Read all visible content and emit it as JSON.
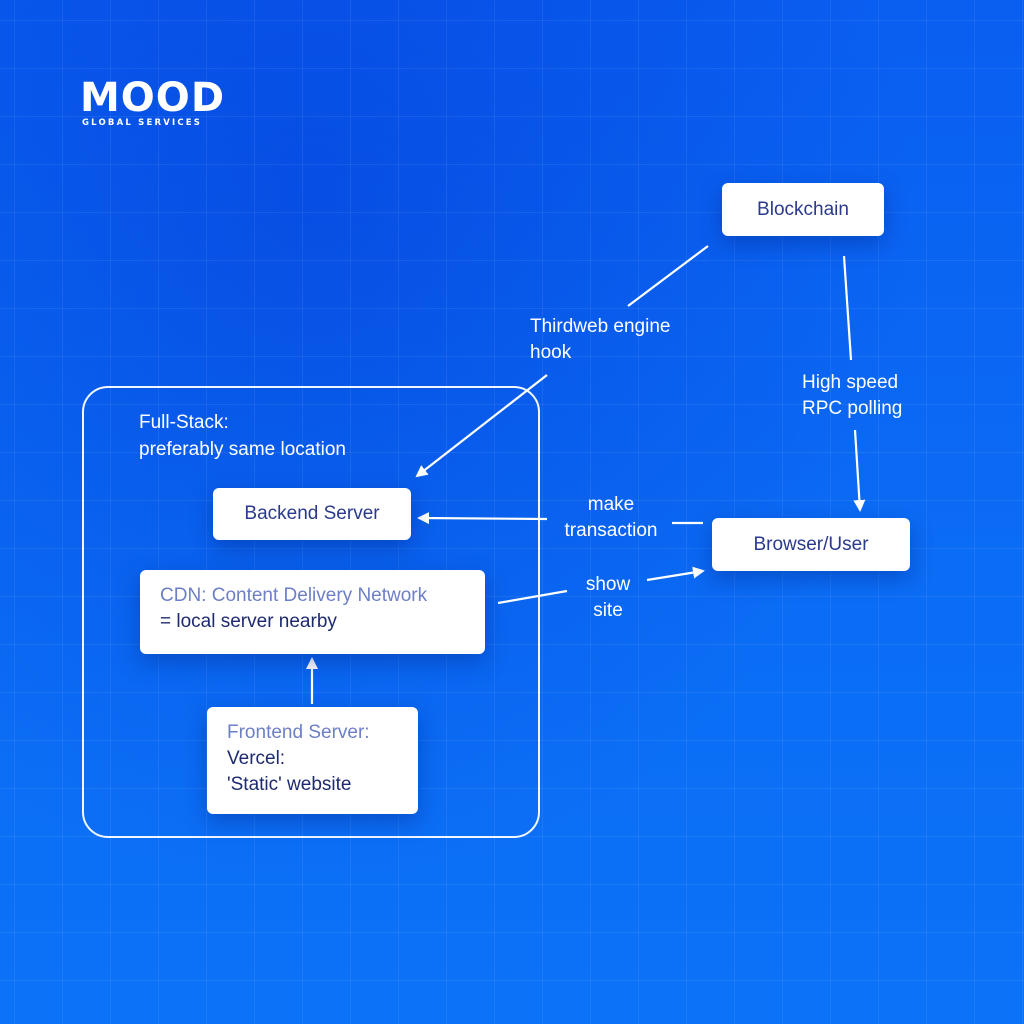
{
  "logo": {
    "word": "MOOD",
    "sub": "GLOBAL SERVICES"
  },
  "container": {
    "label_line1": "Full-Stack:",
    "label_line2": "preferably same location"
  },
  "nodes": {
    "blockchain": "Blockchain",
    "backend": "Backend Server",
    "browser": "Browser/User",
    "cdn_line1": "CDN: Content Delivery Network",
    "cdn_line2": "= local server nearby",
    "frontend_line1": "Frontend Server:",
    "frontend_line2": "Vercel:",
    "frontend_line3": "'Static' website"
  },
  "edges": {
    "thirdweb_line1": "Thirdweb engine",
    "thirdweb_line2": "hook",
    "rpc_line1": "High speed",
    "rpc_line2": "RPC polling",
    "transaction_line1": "make",
    "transaction_line2": "transaction",
    "show_line1": "show",
    "show_line2": "site"
  },
  "colors": {
    "background": "#0a66f2",
    "node_text": "#2a3a8c",
    "node_text_soft": "#6d7fc7",
    "line": "#ffffff"
  }
}
